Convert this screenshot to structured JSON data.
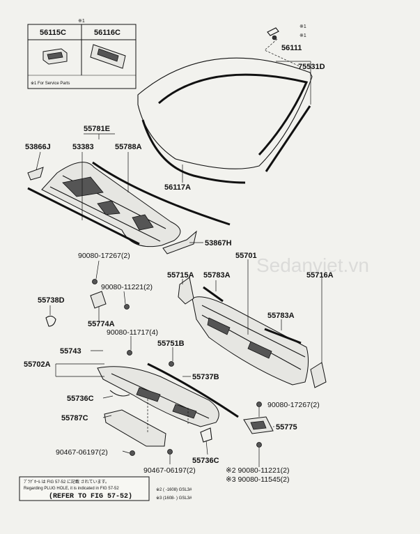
{
  "service_box": {
    "marker": "※1",
    "col1": "56115C",
    "col2": "56116C",
    "note": "※1  For Service Parts"
  },
  "watermark": "Sedanviet.vn",
  "callouts": {
    "mark1a": "※1",
    "mark1b": "※1",
    "p56111": "56111",
    "p75531D": "75531D",
    "p55781E": "55781E",
    "p53866J": "53866J",
    "p53383": "53383",
    "p55788A": "55788A",
    "p56117A": "56117A",
    "p53867H": "53867H",
    "p90080_17267a": "90080-17267(2)",
    "p55701": "55701",
    "p55715A": "55715A",
    "p55783A_a": "55783A",
    "p55716A": "55716A",
    "p90080_11221a": "90080-11221(2)",
    "p55738D": "55738D",
    "p55774A": "55774A",
    "p55783A_b": "55783A",
    "p90080_11717": "90080-11717(4)",
    "p55751B": "55751B",
    "p55743": "55743",
    "p55702A": "55702A",
    "p55737B": "55737B",
    "p55736C_a": "55736C",
    "p55787C": "55787C",
    "p90080_17267b": "90080-17267(2)",
    "p55775": "55775",
    "p90467_06197a": "90467-06197(2)",
    "p55736C_b": "55736C",
    "p90467_06197b": "90467-06197(2)",
    "p90080_11221b": "※2 90080-11221(2)",
    "p90080_11545": "※3 90080-11545(2)"
  },
  "footnotes": {
    "note2": "※2 (      -1608) GSL3#",
    "note3": "※3 (1608-      ) GSL3#"
  },
  "ref_box": {
    "line1": "ﾌﾟﾗｸﾞﾎｰﾙ は FIG 57-52 に記載 されています。",
    "line2": "Regarding PLUG HOLE, it is indicated in FIG 57-52",
    "refer": "(REFER TO FIG 57-52)"
  }
}
